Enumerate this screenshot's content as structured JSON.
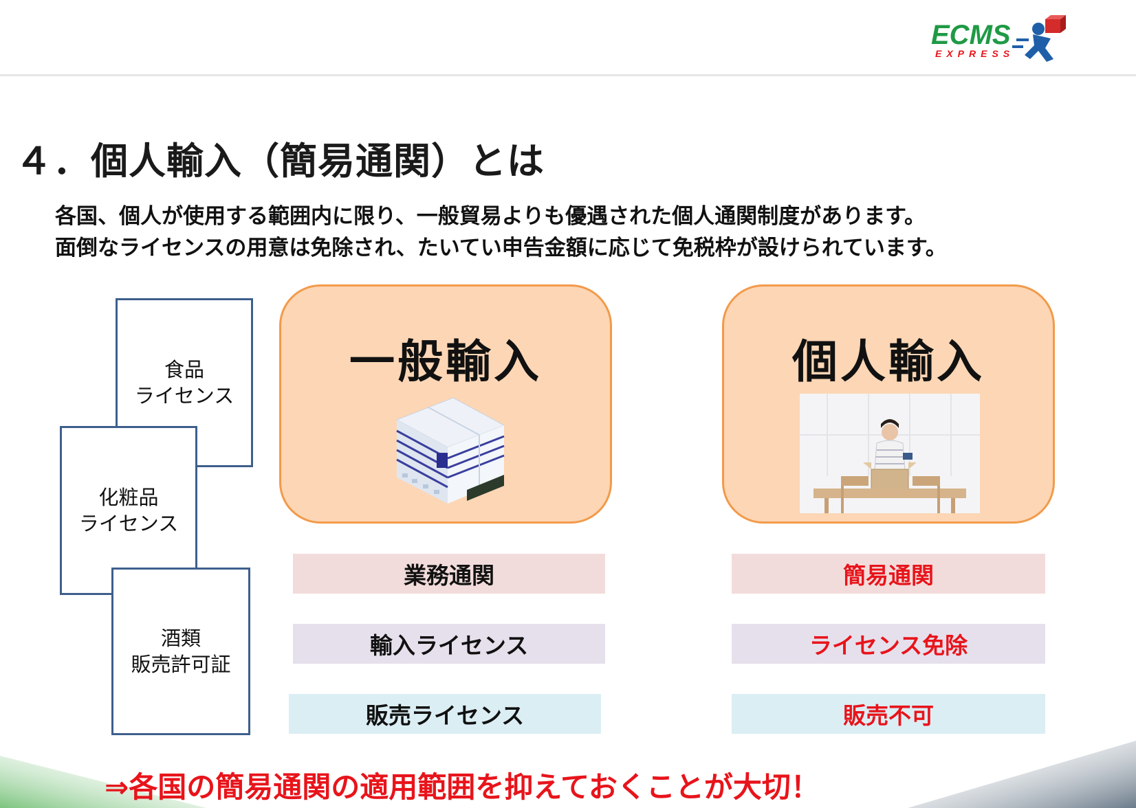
{
  "logo": {
    "main": "ECMS",
    "sub": "EXPRESS"
  },
  "slide": {
    "title": "４．個人輸入（簡易通関）とは",
    "intro": [
      "各国、個人が使用する範囲内に限り、一般貿易よりも優遇された個人通関制度があります。",
      "面倒なライセンスの用意は免除され、たいてい申告金額に応じて免税枠が設けられています。"
    ]
  },
  "licenses": [
    {
      "label": "食品\nライセンス"
    },
    {
      "label": "化粧品\nライセンス"
    },
    {
      "label": "酒類\n販売許可証"
    }
  ],
  "general": {
    "title": "一般輸入",
    "items": [
      "業務通関",
      "輸入ライセンス",
      "販売ライセンス"
    ]
  },
  "personal": {
    "title": "個人輸入",
    "items": [
      "簡易通関",
      "ライセンス免除",
      "販売不可"
    ]
  },
  "conclusion": "⇒各国の簡易通関の適用範囲を抑えておくことが大切！",
  "colors": {
    "accent_red": "#e8141b",
    "panel_fill": "#fcd6b5",
    "panel_border": "#f29a4a",
    "bar_pink": "#f2dcdb",
    "bar_lavender": "#e6e0ec",
    "bar_blue": "#dbeef4",
    "logo_green": "#1f9a45"
  }
}
